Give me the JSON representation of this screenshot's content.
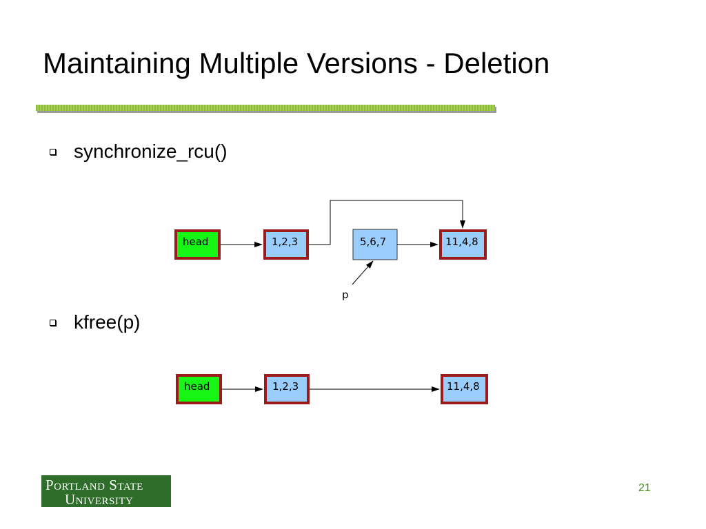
{
  "slide": {
    "title": "Maintaining Multiple Versions - Deletion",
    "page_number": "21"
  },
  "bullets": [
    {
      "text": "synchronize_rcu()"
    },
    {
      "text": "kfree(p)"
    }
  ],
  "diagram1": {
    "nodes": [
      {
        "label": "head"
      },
      {
        "label": "1,2,3"
      },
      {
        "label": "5,6,7"
      },
      {
        "label": "11,4,8"
      }
    ],
    "pointer_label": "p"
  },
  "diagram2": {
    "nodes": [
      {
        "label": "head"
      },
      {
        "label": "1,2,3"
      },
      {
        "label": "11,4,8"
      }
    ]
  },
  "logo": {
    "line1": "Portland State",
    "line2": "University"
  },
  "colors": {
    "head_fill": "#17f517",
    "node_fill": "#99cdfc",
    "node_border": "#9b1a1a",
    "rule_green": "#8dbb3a",
    "logo_green": "#2e6e2a",
    "page_number": "#4a8a20"
  }
}
